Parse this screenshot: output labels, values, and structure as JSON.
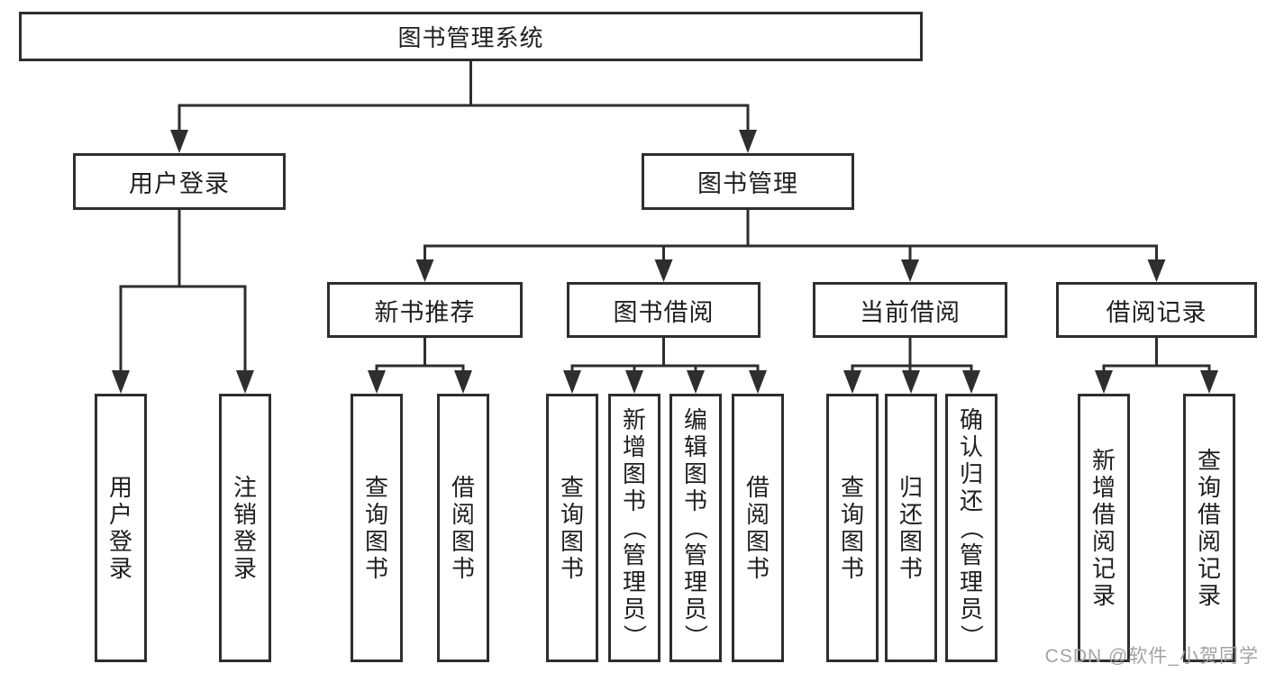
{
  "diagram": {
    "root_label": "图书管理系统",
    "branches": {
      "user": {
        "label": "用户登录",
        "leaves": [
          "用户登录",
          "注销登录"
        ]
      },
      "book": {
        "label": "图书管理"
      }
    },
    "book_sections": [
      {
        "label": "新书推荐",
        "leaves": [
          "查询图书",
          "借阅图书"
        ]
      },
      {
        "label": "图书借阅",
        "leaves": [
          "查询图书",
          "新增图书（管理员）",
          "编辑图书（管理员）",
          "借阅图书"
        ]
      },
      {
        "label": "当前借阅",
        "leaves": [
          "查询图书",
          "归还图书",
          "确认归还（管理员）"
        ]
      },
      {
        "label": "借阅记录",
        "leaves": [
          "新增借阅记录",
          "查询借阅记录"
        ]
      }
    ],
    "watermark": "CSDN @软件_小贺同学",
    "colors": {
      "line": "#2e2e2e",
      "text": "#1e1e1e",
      "background": "#ffffff",
      "watermark": "#a3a3a3"
    }
  }
}
